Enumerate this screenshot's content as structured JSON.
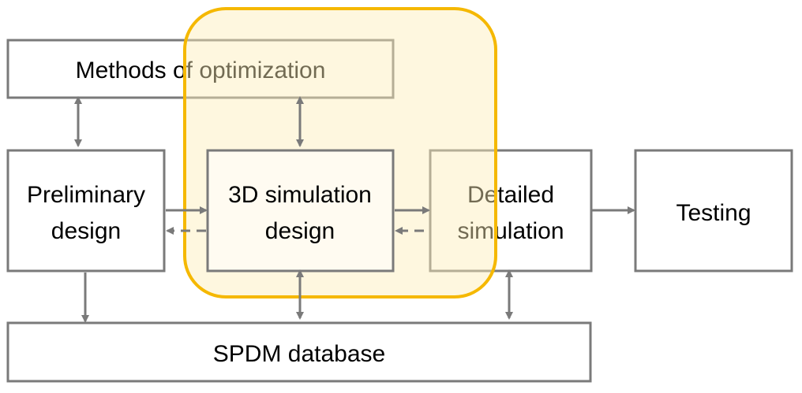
{
  "diagram": {
    "methods": "Methods of optimization",
    "preliminary": [
      "Preliminary",
      "design"
    ],
    "simulation3d": [
      "3D simulation",
      "design"
    ],
    "detailed": [
      "Detailed",
      "simulation"
    ],
    "testing": "Testing",
    "spdm": "SPDM database"
  },
  "colors": {
    "highlight_border": "#f5b800",
    "highlight_fill": "#fdeeb8",
    "box_border": "#7a7a7a",
    "arrow": "#7a7a7a"
  }
}
